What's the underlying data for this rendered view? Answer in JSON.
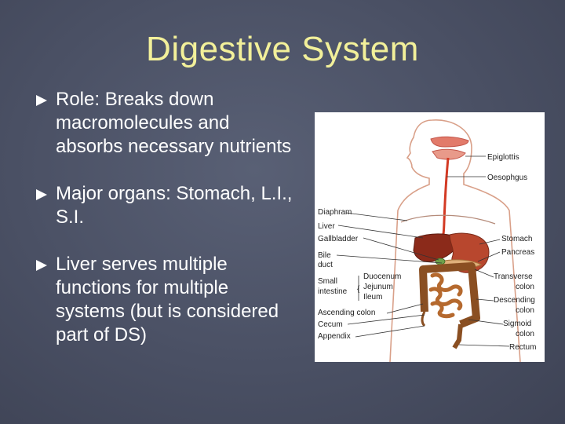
{
  "slide": {
    "title": "Digestive System",
    "bullets": [
      {
        "text": "Role: Breaks down macromolecules and absorbs necessary nutrients"
      },
      {
        "text": "Major organs: Stomach, L.I., S.I."
      },
      {
        "text": "Liver serves multiple functions for multiple systems (but is considered part of DS)"
      }
    ]
  },
  "diagram": {
    "labels": {
      "epiglottis": "Epiglottis",
      "oesophagus": "Oesophgus",
      "diaphragm": "Diaphram",
      "liver": "Liver",
      "gallbladder": "Gallbladder",
      "bile_1": "Bile",
      "bile_2": "duct",
      "small_1": "Small",
      "small_2": "intestine",
      "duodenum": "Duocenum",
      "jejunum": "Jejunum",
      "ileum": "Ileum",
      "ascending": "Ascending colon",
      "cecum": "Cecum",
      "appendix": "Appendix",
      "stomach": "Stomach",
      "pancreas": "Pancreas",
      "transverse_1": "Transverse",
      "transverse_2": "colon",
      "descending_1": "Descending",
      "descending_2": "colon",
      "sigmoid_1": "Sigmoid",
      "sigmoid_2": "colon",
      "rectum": "Rectum"
    },
    "colors": {
      "body_outline": "#d9a089",
      "esophagus": "#d33a24",
      "stomach": "#b8472e",
      "liver": "#8b2a1a",
      "intestine": "#8a4f22"
    }
  }
}
